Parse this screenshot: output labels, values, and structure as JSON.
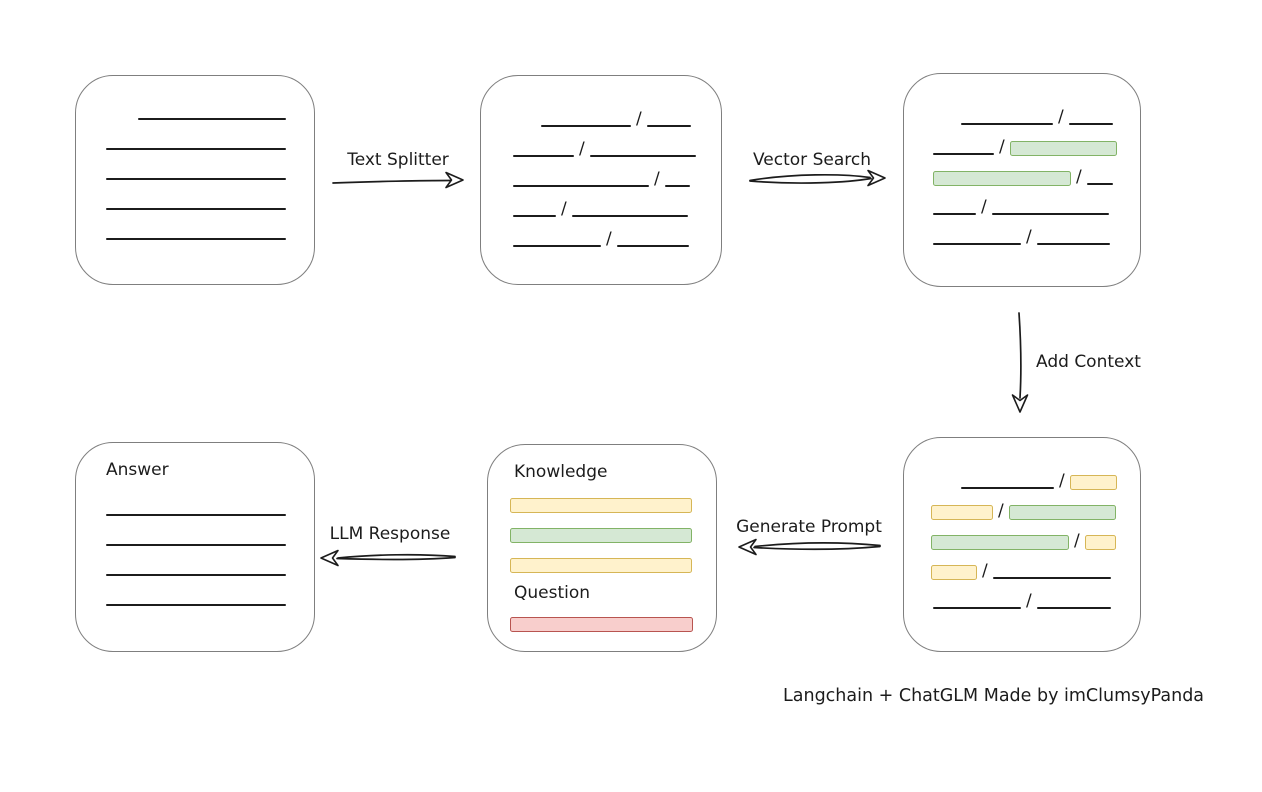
{
  "diagram": {
    "caption": "Langchain + ChatGLM Made by imClumsyPanda",
    "slash": "/",
    "colors": {
      "line": "#1c1c1c",
      "box_border": "#7f7f7f",
      "green_fill": "#d5e8d4",
      "green_border": "#82b366",
      "yellow_fill": "#fff2cc",
      "yellow_border": "#d6b656",
      "red_fill": "#f8cecc",
      "red_border": "#b85450"
    },
    "labels": {
      "text_splitter": "Text Splitter",
      "vector_search": "Vector Search",
      "add_context": "Add Context",
      "generate_prompt": "Generate Prompt",
      "llm_response": "LLM Response",
      "knowledge": "Knowledge",
      "question": "Question",
      "answer": "Answer"
    },
    "boxes": {
      "document": {
        "rows": [
          {
            "ml": 32,
            "segs": [
              {
                "t": "line",
                "w": 148
              }
            ]
          },
          {
            "segs": [
              {
                "t": "line",
                "w": 180
              }
            ]
          },
          {
            "segs": [
              {
                "t": "line",
                "w": 180
              }
            ]
          },
          {
            "segs": [
              {
                "t": "line",
                "w": 180
              }
            ]
          },
          {
            "segs": [
              {
                "t": "line",
                "w": 180
              }
            ]
          }
        ]
      },
      "chunks": {
        "rows": [
          {
            "ml": 28,
            "segs": [
              {
                "t": "line",
                "w": 90
              },
              {
                "t": "slash"
              },
              {
                "t": "line",
                "w": 44
              }
            ]
          },
          {
            "segs": [
              {
                "t": "line",
                "w": 61
              },
              {
                "t": "slash"
              },
              {
                "t": "line",
                "w": 106
              }
            ]
          },
          {
            "segs": [
              {
                "t": "line",
                "w": 136
              },
              {
                "t": "slash"
              },
              {
                "t": "line",
                "w": 25
              }
            ]
          },
          {
            "segs": [
              {
                "t": "line",
                "w": 43
              },
              {
                "t": "slash"
              },
              {
                "t": "line",
                "w": 116
              }
            ]
          },
          {
            "segs": [
              {
                "t": "line",
                "w": 88
              },
              {
                "t": "slash"
              },
              {
                "t": "line",
                "w": 72
              }
            ]
          }
        ]
      },
      "matched": {
        "rows": [
          {
            "ml": 28,
            "segs": [
              {
                "t": "line",
                "w": 92
              },
              {
                "t": "slash"
              },
              {
                "t": "line",
                "w": 44
              }
            ]
          },
          {
            "segs": [
              {
                "t": "line",
                "w": 61
              },
              {
                "t": "slash"
              },
              {
                "t": "green",
                "w": 107
              }
            ]
          },
          {
            "segs": [
              {
                "t": "green",
                "w": 138
              },
              {
                "t": "slash"
              },
              {
                "t": "line",
                "w": 26
              }
            ]
          },
          {
            "segs": [
              {
                "t": "line",
                "w": 43
              },
              {
                "t": "slash"
              },
              {
                "t": "line",
                "w": 117
              }
            ]
          },
          {
            "segs": [
              {
                "t": "line",
                "w": 88
              },
              {
                "t": "slash"
              },
              {
                "t": "line",
                "w": 73
              }
            ]
          }
        ]
      },
      "context": {
        "rows": [
          {
            "ml": 30,
            "segs": [
              {
                "t": "line",
                "w": 93
              },
              {
                "t": "slash"
              },
              {
                "t": "yellow",
                "w": 47
              }
            ]
          },
          {
            "segs": [
              {
                "t": "yellow",
                "w": 62
              },
              {
                "t": "slash"
              },
              {
                "t": "green",
                "w": 107
              }
            ]
          },
          {
            "segs": [
              {
                "t": "green",
                "w": 138
              },
              {
                "t": "slash"
              },
              {
                "t": "yellow",
                "w": 31
              }
            ]
          },
          {
            "segs": [
              {
                "t": "yellow",
                "w": 46
              },
              {
                "t": "slash"
              },
              {
                "t": "line",
                "w": 118
              }
            ]
          },
          {
            "ml": 2,
            "segs": [
              {
                "t": "line",
                "w": 88
              },
              {
                "t": "slash"
              },
              {
                "t": "line",
                "w": 74
              }
            ]
          }
        ]
      },
      "prompt": {
        "knowledge_rows": [
          {
            "segs": [
              {
                "t": "yellow",
                "w": 182
              }
            ]
          },
          {
            "segs": [
              {
                "t": "green",
                "w": 182
              }
            ]
          },
          {
            "segs": [
              {
                "t": "yellow",
                "w": 182
              }
            ]
          }
        ],
        "question_rows": [
          {
            "segs": [
              {
                "t": "red",
                "w": 183
              }
            ]
          }
        ]
      },
      "answer": {
        "rows": [
          {
            "segs": [
              {
                "t": "line",
                "w": 180
              }
            ]
          },
          {
            "segs": [
              {
                "t": "line",
                "w": 180
              }
            ]
          },
          {
            "segs": [
              {
                "t": "line",
                "w": 180
              }
            ]
          },
          {
            "segs": [
              {
                "t": "line",
                "w": 180
              }
            ]
          }
        ]
      }
    }
  }
}
